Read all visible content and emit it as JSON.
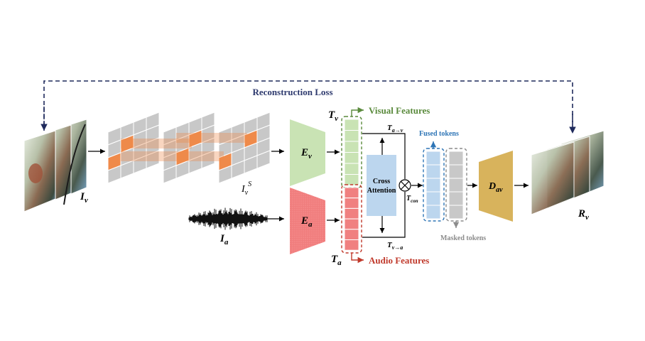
{
  "labels": {
    "reconstruction_loss": "Reconstruction Loss",
    "visual_features": "Visual Features",
    "audio_features": "Audio Features",
    "fused_tokens": "Fused tokens",
    "masked_tokens": "Masked tokens",
    "cross_attention_line1": "Cross",
    "cross_attention_line2": "Attention"
  },
  "symbols": {
    "input_video": {
      "main": "I",
      "sub": "v"
    },
    "masked_video": {
      "main": "I",
      "sub": "v",
      "sup": "S"
    },
    "input_audio": {
      "main": "I",
      "sub": "a"
    },
    "video_encoder": {
      "main": "E",
      "sub": "v"
    },
    "audio_encoder": {
      "main": "E",
      "sub": "a"
    },
    "visual_tokens": {
      "main": "T",
      "sub": "v"
    },
    "audio_tokens": {
      "main": "T",
      "sub": "a"
    },
    "audio_to_visual": {
      "main": "T",
      "sub": "a→v"
    },
    "visual_to_audio": {
      "main": "T",
      "sub": "v→a"
    },
    "concat": {
      "main": "T",
      "sub": "con"
    },
    "decoder": {
      "main": "D",
      "sub": "av"
    },
    "reconstruction": {
      "main": "R",
      "sub": "v"
    }
  },
  "colors": {
    "dash_navy": "#1f2a5c",
    "reconstruction_loss_text": "#2e3a6e",
    "visual_green": "#c9e3b4",
    "visual_green_dark": "#5a8a3c",
    "audio_red": "#f08080",
    "audio_red_dark": "#c0392b",
    "fused_blue": "#bcd6ee",
    "fused_blue_dark": "#2e75b6",
    "masked_gray": "#c8c8c8",
    "masked_gray_dark": "#8c8c8c",
    "decoder_gold": "#d8b35c",
    "patch_orange": "#ef8a4a"
  }
}
